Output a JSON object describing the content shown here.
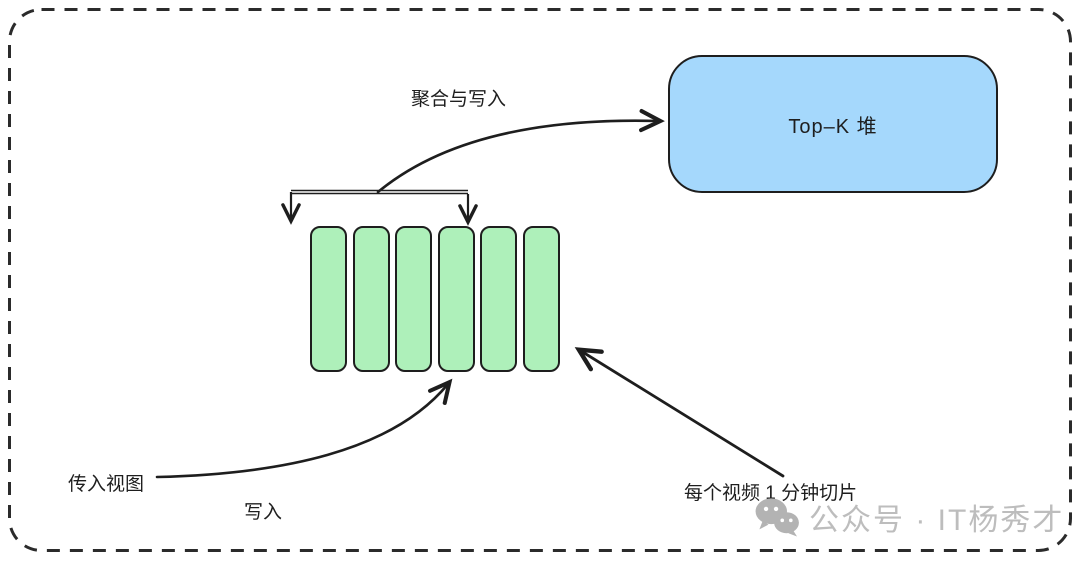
{
  "nodes": {
    "topk_heap": {
      "label": "Top–K 堆"
    },
    "video_slices": {
      "count": 6
    }
  },
  "labels": {
    "aggregate_write": "聚合与写入",
    "incoming_view": "传入视图",
    "write": "写入",
    "slice_note": "每个视频 1 分钟切片"
  },
  "watermark": {
    "icon": "wechat-icon",
    "text": "公众号 · IT杨秀才"
  },
  "colors": {
    "ink": "#1e1e1e",
    "heap_fill": "#a5d8fc",
    "slice_fill": "#aef0ba",
    "watermark_gray": "#bdbdbd"
  }
}
